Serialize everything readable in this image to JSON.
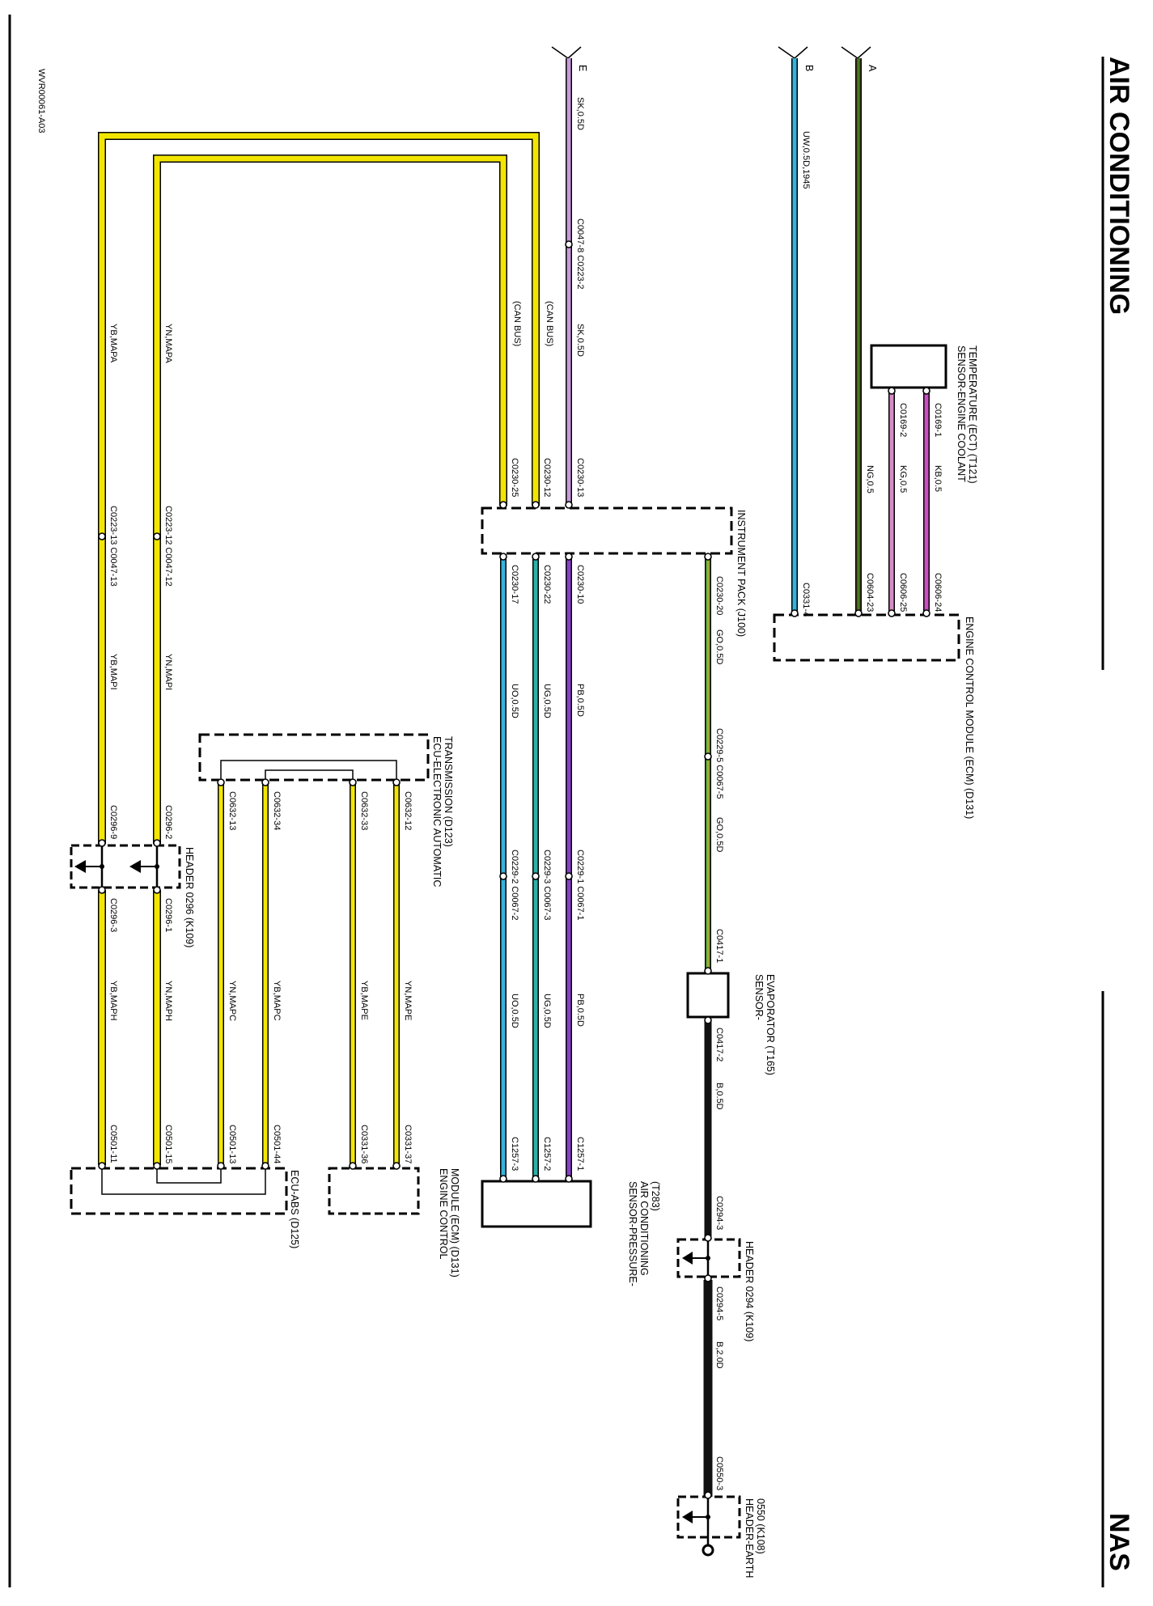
{
  "header": {
    "title": "AIR CONDITIONING",
    "market": "NAS",
    "drawing_id": "WVR00061-A03"
  },
  "colors": {
    "yellow": "#f2e600",
    "violet": "#c89ad8",
    "cyan": "#34b4dc",
    "teal": "#2cb0a8",
    "purple": "#8840c8",
    "green": "#64b040",
    "brown": "#5a5028",
    "pink": "#d86cc8",
    "black": "#111111"
  },
  "off_page": [
    {
      "id": "E",
      "letter": "E"
    },
    {
      "id": "B",
      "letter": "B"
    },
    {
      "id": "A",
      "letter": "A"
    }
  ],
  "components": {
    "ect": "SENSOR-ENGINE COOLANT\nTEMPERATURE (ECT) (T121)",
    "ecm_top": "ENGINE CONTROL MODULE (ECM) (D131)",
    "instrument_pack": "INSTRUMENT PACK (J100)",
    "evaporator": "SENSOR-\nEVAPORATOR (T165)",
    "pressure": "SENSOR-PRESSURE-\nAIR CONDITIONING\n(T283)",
    "header_0294": "HEADER 0294 (K109)",
    "header_earth": "HEADER-EARTH\n0550 (K108)",
    "transmission": "ECU-ELECTRONIC AUTOMATIC\nTRANSMISSION (D123)",
    "header_0296": "HEADER 0296 (K109)",
    "ecm_bottom": "ENGINE CONTROL\nMODULE (ECM) (D131)",
    "abs": "ECU-ABS (D125)"
  },
  "wire_labels": {
    "w_b": "UW,0.5D,1945",
    "w_e1": "SK,0.5D",
    "w_e2": "SK,0.5D",
    "can1": "(CAN BUS)",
    "can2": "(CAN BUS)",
    "ng": "NG,0.5",
    "kg": "KG,0.5",
    "kb": "KB,0.5",
    "go1": "GO,0.5D",
    "go2": "GO,0.5D",
    "pb1": "PB,0.5D",
    "pb2": "PB,0.5D",
    "ug1": "UG,0.5D",
    "ug2": "UG,0.5D",
    "uo1": "UO,0.5D",
    "uo2": "UO,0.5D",
    "b05": "B,0.5D",
    "b20": "B,2.0D",
    "ynmapa": "YN,MAPA",
    "ybmapa": "YB,MAPA",
    "ynmapi": "YN,MAPI",
    "ybmapi": "YB,MAPI",
    "ynmaph": "YN,MAPH",
    "ybmaph": "YB,MAPH",
    "ynmapc": "YN,MAPC",
    "ybmapc": "YB,MAPC",
    "ybmape": "YB,MAPE",
    "ynmape": "YN,MAPE"
  },
  "connectors": {
    "c_e_inline": "C0047-8 C0223-2",
    "c0230_13": "C0230-13",
    "c0230_12": "C0230-12",
    "c0230_25": "C0230-25",
    "c0169_1": "C0169-1",
    "c0169_2": "C0169-2",
    "c0606_24": "C0606-24",
    "c0606_25": "C0606-25",
    "c0604_23": "C0604-23",
    "c0331_4": "C0331-4",
    "c0230_20": "C0230-20",
    "c0230_10": "C0230-10",
    "c0230_22": "C0230-22",
    "c0230_17": "C0230-17",
    "c_go_inline": "C0229-5 C0067-5",
    "c_pb_inline": "C0229-1 C0067-1",
    "c_ug_inline": "C0229-3 C0067-3",
    "c_uo_inline": "C0229-2 C0067-2",
    "c0417_1": "C0417-1",
    "c0417_2": "C0417-2",
    "c1257_1": "C1257-1",
    "c1257_2": "C1257-2",
    "c1257_3": "C1257-3",
    "c0294_3": "C0294-3",
    "c0294_5": "C0294-5",
    "c0550_3": "C0550-3",
    "c_ynmapa_inline": "C0223-12 C0047-12",
    "c_ybmapa_inline": "C0223-13 C0047-13",
    "c0296_2": "C0296-2",
    "c0296_9": "C0296-9",
    "c0296_1": "C0296-1",
    "c0296_3": "C0296-3",
    "c0632_13": "C0632-13",
    "c0632_34": "C0632-34",
    "c0632_33": "C0632-33",
    "c0632_12": "C0632-12",
    "c0501_11": "C0501-11",
    "c0501_15": "C0501-15",
    "c0501_13": "C0501-13",
    "c0501_44": "C0501-44",
    "c0331_36": "C0331-36",
    "c0331_37": "C0331-37"
  }
}
